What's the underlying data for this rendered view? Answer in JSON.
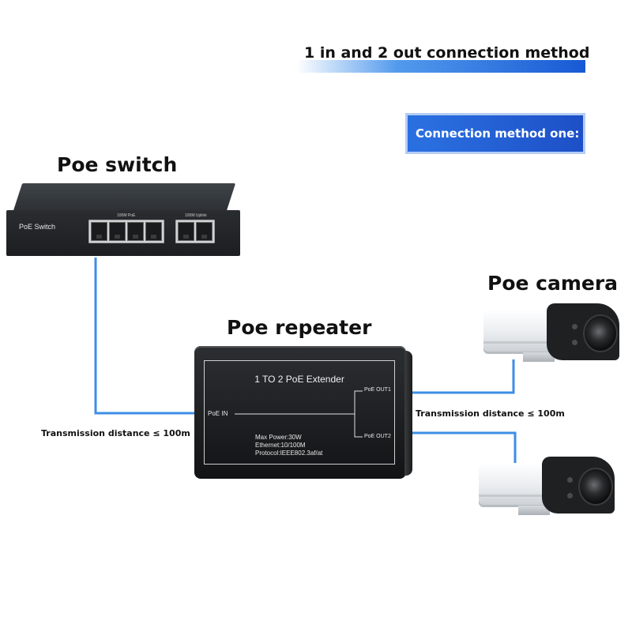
{
  "header": {
    "title": "1 in and 2 out connection method",
    "method_label": "Connection method one:"
  },
  "switch": {
    "heading": "Poe switch",
    "device_label": "PoE Switch",
    "poe_ports_caption": "100M PoE",
    "uplink_ports_caption": "100M Uplink"
  },
  "repeater": {
    "heading": "Poe repeater",
    "panel_title": "1 TO 2 PoE Extender",
    "port_in": "PoE IN",
    "port_out1": "PoE OUT1",
    "port_out2": "PoE OUT2",
    "specs": {
      "max_power": "Max Power:30W",
      "ethernet": "Ethernet:10/100M",
      "protocol": "Protocol:IEEE802.3af/at"
    }
  },
  "camera": {
    "heading": "Poe camera"
  },
  "distances": {
    "left": "Transmission distance ≤ 100m",
    "right": "Transmission distance ≤ 100m"
  },
  "colors": {
    "cable": "#3d8ee6",
    "badge": "#2a6fe0",
    "device_dark": "#1f2124"
  }
}
